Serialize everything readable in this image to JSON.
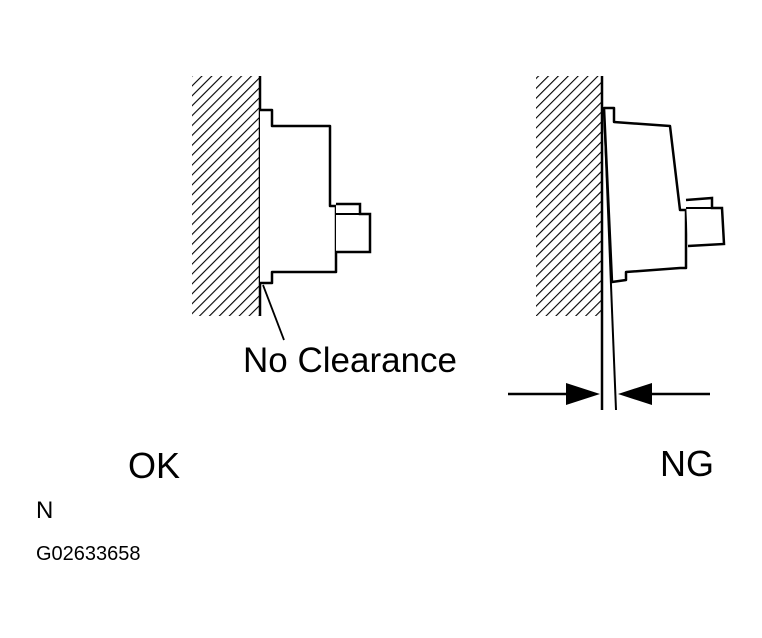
{
  "labels": {
    "no_clearance": "No Clearance",
    "ok": "OK",
    "ng": "NG",
    "n": "N",
    "figure_code": "G02633658"
  },
  "colors": {
    "ink": "#000000",
    "background": "#ffffff"
  }
}
